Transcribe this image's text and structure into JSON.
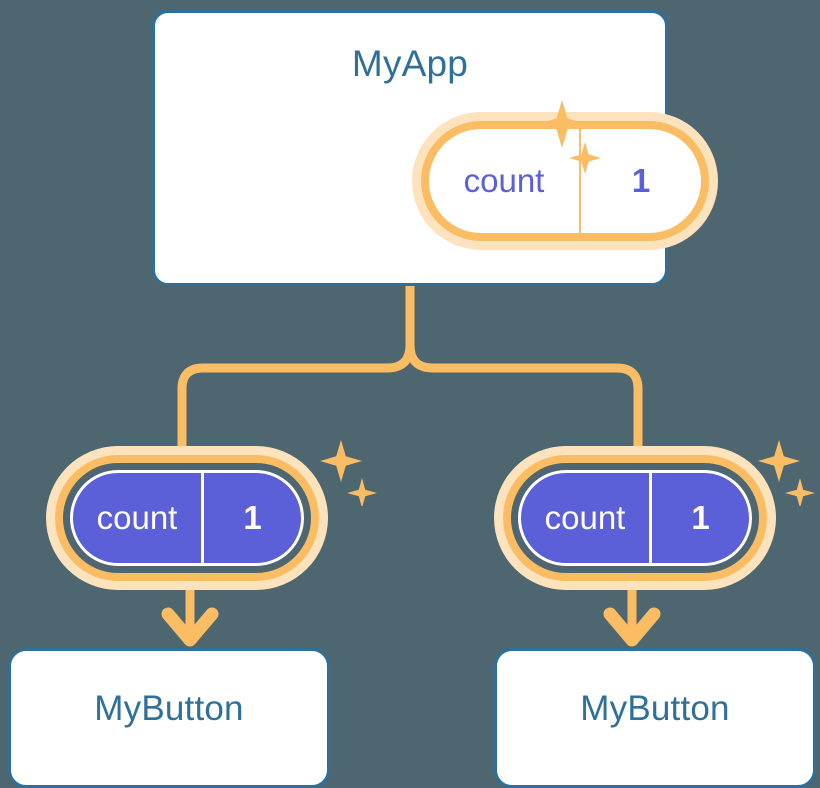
{
  "diagram": {
    "title_text": "MyApp",
    "background_color": "#4d6670",
    "accent_blue": "#2e7099",
    "accent_orange": "#fbbd63",
    "accent_orange_pale": "#fde3bd",
    "accent_purple": "#5b5fd8",
    "card_fill": "#ffffff"
  },
  "app_card": {
    "title": "MyApp",
    "state_pill": {
      "key": "count",
      "value": "1",
      "sparkle_icon": "sparkles-icon"
    }
  },
  "children": [
    {
      "state_pill": {
        "key": "count",
        "value": "1",
        "sparkle_icon": "sparkles-icon"
      },
      "card": {
        "label": "MyButton"
      },
      "arrow_icon": "arrow-down-icon"
    },
    {
      "state_pill": {
        "key": "count",
        "value": "1",
        "sparkle_icon": "sparkles-icon"
      },
      "card": {
        "label": "MyButton"
      },
      "arrow_icon": "arrow-down-icon"
    }
  ],
  "connectors": {
    "trunk_icon": "tree-connector-icon",
    "description": "branching line from MyApp down to both child state pills"
  }
}
